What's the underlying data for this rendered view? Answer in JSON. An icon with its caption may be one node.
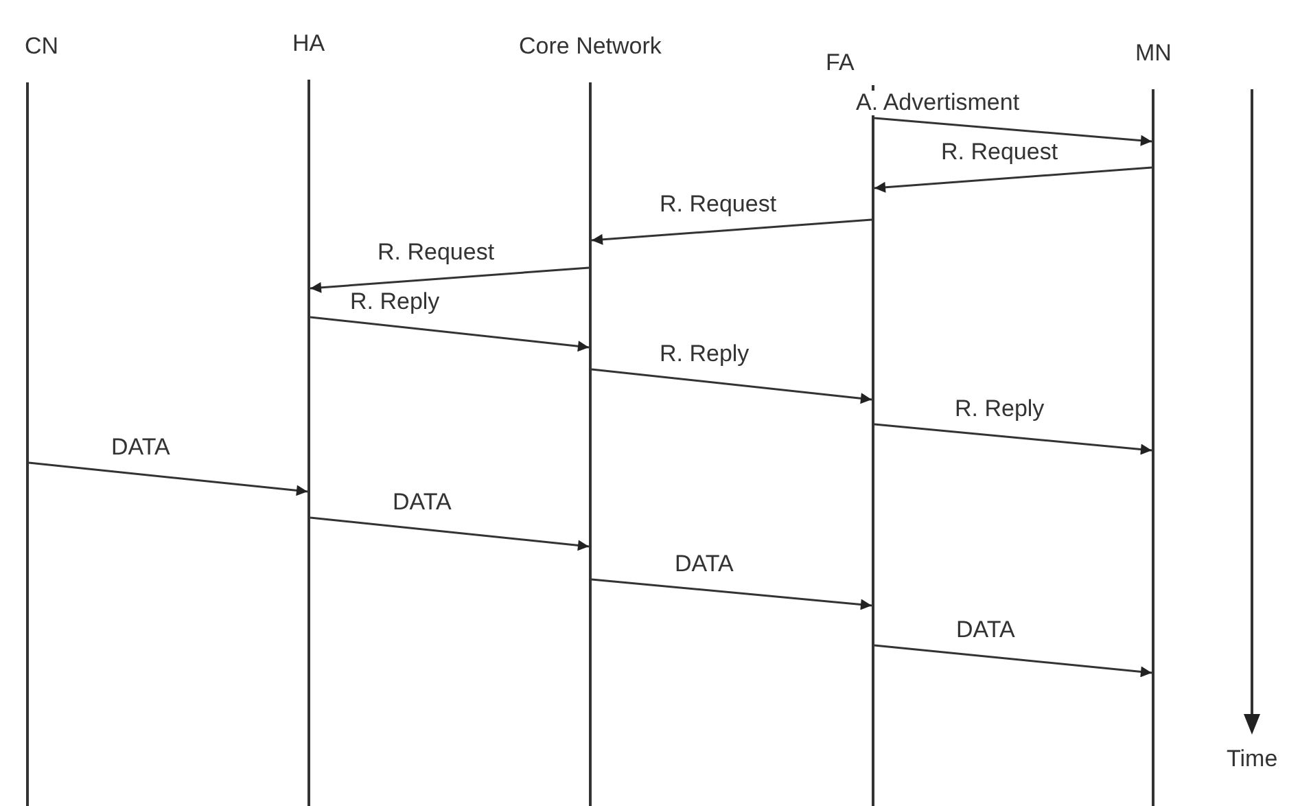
{
  "diagram": {
    "nodes": [
      {
        "text": [
          "CN"
        ]
      },
      {
        "text": [
          "HA"
        ]
      },
      {
        "text": [
          "Core Network"
        ]
      },
      {
        "text": [
          "FA"
        ]
      },
      {
        "text": [
          "MN"
        ]
      }
    ],
    "edges": [
      {
        "from": 3,
        "to": 4,
        "arrow": "to",
        "label": "A. Advertisment"
      },
      {
        "from": 4,
        "to": 3,
        "arrow": "to",
        "label": "R. Request"
      },
      {
        "from": 3,
        "to": 2,
        "arrow": "to",
        "label": "R. Request"
      },
      {
        "from": 2,
        "to": 1,
        "arrow": "to",
        "label": "R. Request"
      },
      {
        "from": 1,
        "to": 2,
        "arrow": "to",
        "label": "R. Reply"
      },
      {
        "from": 2,
        "to": 3,
        "arrow": "to",
        "label": "R. Reply"
      },
      {
        "from": 3,
        "to": 4,
        "arrow": "to",
        "label": "R. Reply"
      },
      {
        "from": 0,
        "to": 1,
        "arrow": "to",
        "label": "DATA"
      },
      {
        "from": 1,
        "to": 2,
        "arrow": "to",
        "label": "DATA"
      },
      {
        "from": 2,
        "to": 3,
        "arrow": "to",
        "label": "DATA"
      },
      {
        "from": 3,
        "to": 4,
        "arrow": "to",
        "label": "DATA"
      }
    ],
    "labels": [
      "Time"
    ]
  }
}
